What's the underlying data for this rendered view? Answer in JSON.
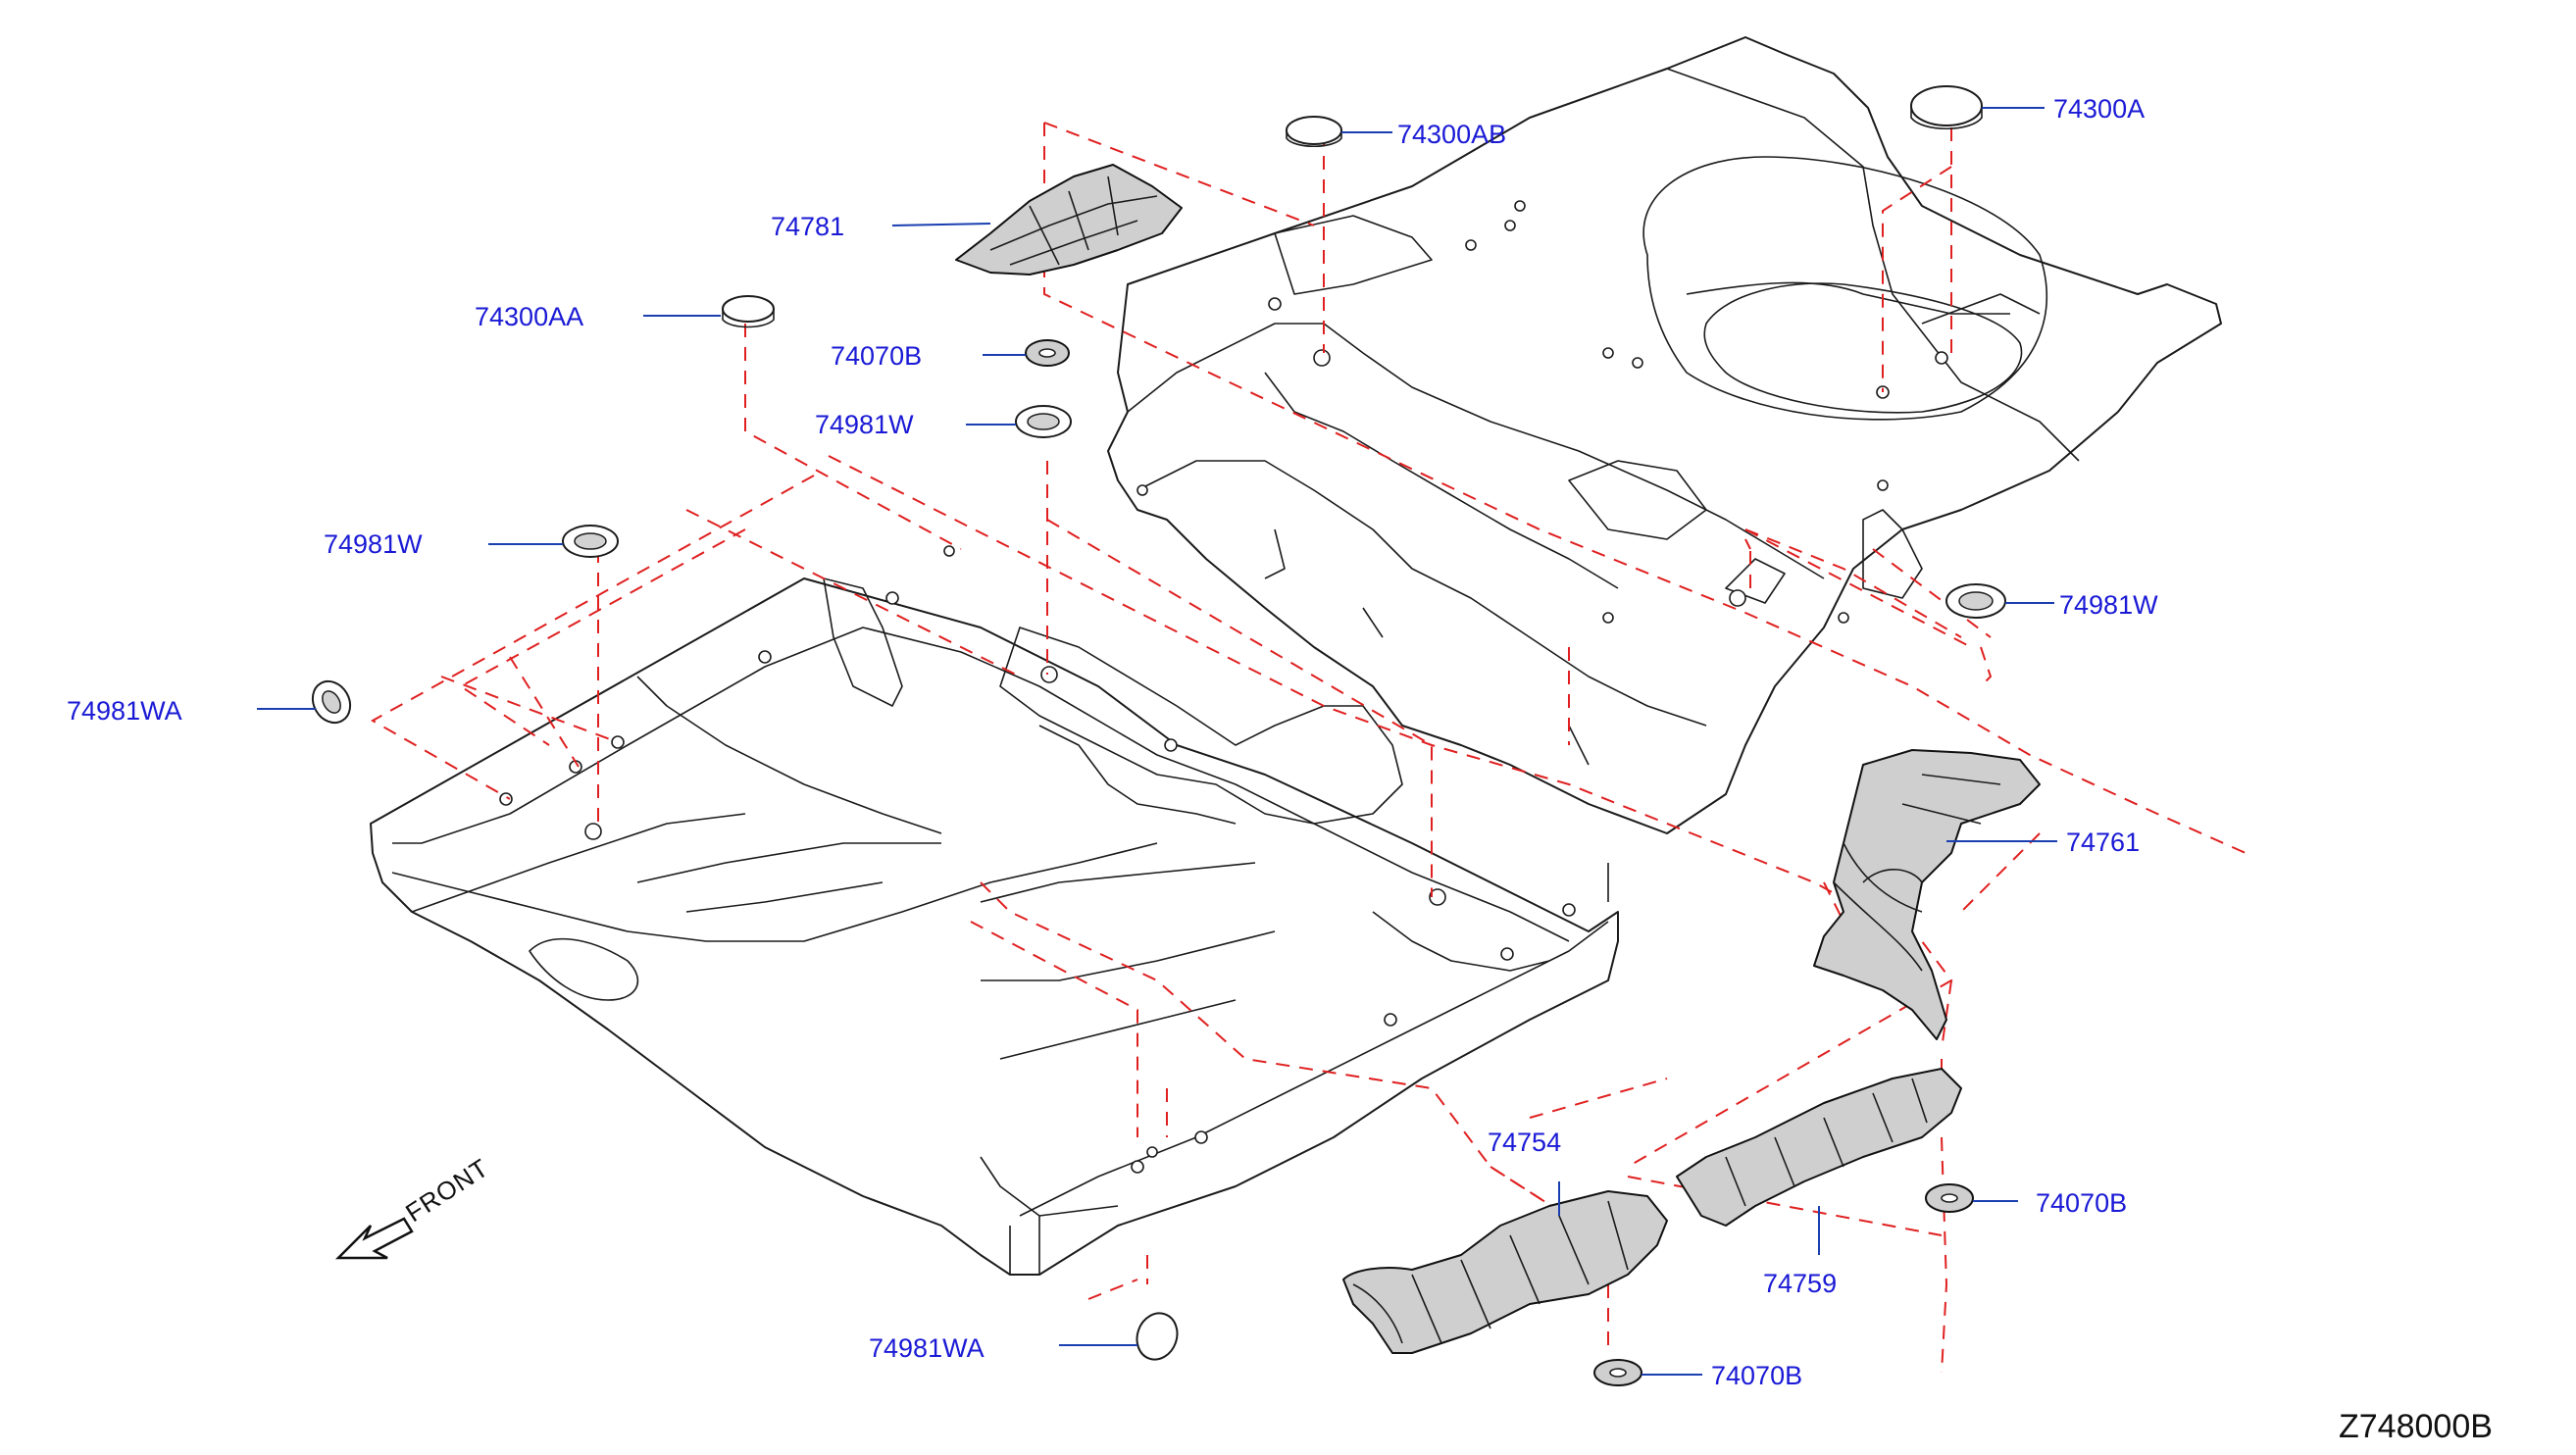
{
  "diagram_code": "Z748000B",
  "front_label": "FRONT",
  "callouts": [
    {
      "id": "74781",
      "label": "74781"
    },
    {
      "id": "74300AB",
      "label": "74300AB"
    },
    {
      "id": "74300A",
      "label": "74300A"
    },
    {
      "id": "74300AA",
      "label": "74300AA"
    },
    {
      "id": "74070B-top",
      "label": "74070B"
    },
    {
      "id": "74981W-top",
      "label": "74981W"
    },
    {
      "id": "74981W-left",
      "label": "74981W"
    },
    {
      "id": "74981WA-left",
      "label": "74981WA"
    },
    {
      "id": "74981W-right",
      "label": "74981W"
    },
    {
      "id": "74761",
      "label": "74761"
    },
    {
      "id": "74754",
      "label": "74754"
    },
    {
      "id": "74070B-right",
      "label": "74070B"
    },
    {
      "id": "74759",
      "label": "74759"
    },
    {
      "id": "74981WA-bottom",
      "label": "74981WA"
    },
    {
      "id": "74070B-bottom",
      "label": "74070B"
    }
  ],
  "colors": {
    "label": "#1a1ad6",
    "leader": "#1a3fb0",
    "dash": "#e02020",
    "line": "#1b1b1b"
  }
}
